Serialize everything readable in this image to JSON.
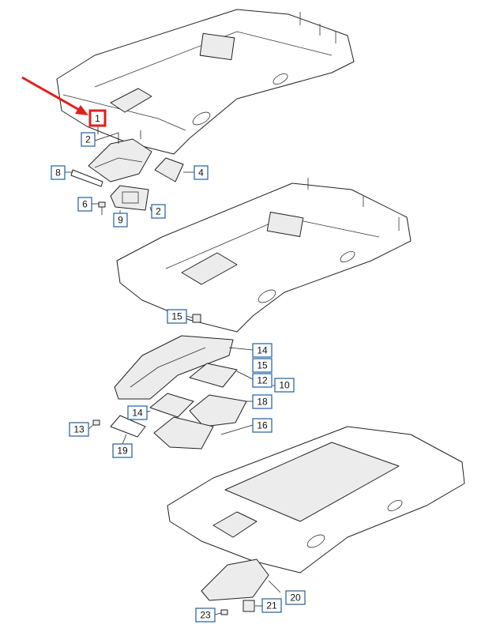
{
  "labels": [
    {
      "id": "1",
      "text": "1"
    },
    {
      "id": "2a",
      "text": "2"
    },
    {
      "id": "8",
      "text": "8"
    },
    {
      "id": "4",
      "text": "4"
    },
    {
      "id": "6",
      "text": "6"
    },
    {
      "id": "2b",
      "text": "2"
    },
    {
      "id": "9",
      "text": "9"
    },
    {
      "id": "15a",
      "text": "15"
    },
    {
      "id": "14a",
      "text": "14"
    },
    {
      "id": "15b",
      "text": "15"
    },
    {
      "id": "12",
      "text": "12"
    },
    {
      "id": "10",
      "text": "10"
    },
    {
      "id": "18",
      "text": "18"
    },
    {
      "id": "14b",
      "text": "14"
    },
    {
      "id": "16",
      "text": "16"
    },
    {
      "id": "13",
      "text": "13"
    },
    {
      "id": "19",
      "text": "19"
    },
    {
      "id": "20",
      "text": "20"
    },
    {
      "id": "21",
      "text": "21"
    },
    {
      "id": "23",
      "text": "23"
    }
  ],
  "highlight": {
    "label_id": "1",
    "arrow_color": "#e0201c"
  },
  "colors": {
    "label_border": "#1f5f9f",
    "line": "#222222",
    "part_fill": "#ececec"
  }
}
